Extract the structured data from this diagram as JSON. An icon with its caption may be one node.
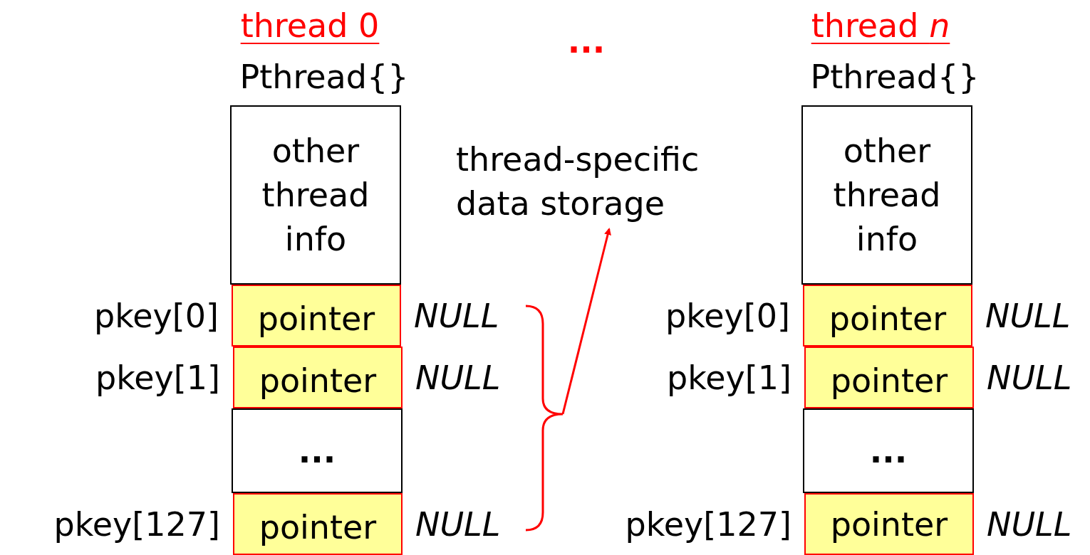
{
  "diagram": {
    "nodes": [
      {
        "text": [
          "other thread info"
        ]
      },
      {
        "text": [
          "pointer"
        ],
        "beside": [
          "pkey[0]",
          "NULL"
        ]
      },
      {
        "text": [
          "pointer"
        ],
        "beside": [
          "pkey[1]",
          "NULL"
        ]
      },
      {
        "text": [
          "..."
        ]
      },
      {
        "text": [
          "pointer"
        ],
        "beside": [
          "pkey[127]",
          "NULL"
        ]
      },
      {
        "text": [
          "thread-specific data storage"
        ]
      },
      {
        "text": [
          "other thread info"
        ]
      },
      {
        "text": [
          "pointer"
        ],
        "beside": [
          "pkey[0]",
          "NULL"
        ]
      },
      {
        "text": [
          "pointer"
        ],
        "beside": [
          "pkey[1]",
          "NULL"
        ]
      },
      {
        "text": [
          "..."
        ]
      },
      {
        "text": [
          "pointer"
        ],
        "beside": [
          "pkey[127]",
          "NULL"
        ]
      },
      {
        "text": [],
        "shape": "brace"
      }
    ],
    "edges": [
      {
        "from": 11,
        "to": 5,
        "arrow": "to",
        "color": "#ff0000"
      }
    ],
    "labels": [
      "thread 0",
      "Pthread{}",
      "...",
      "thread *n*",
      "Pthread{}"
    ]
  }
}
